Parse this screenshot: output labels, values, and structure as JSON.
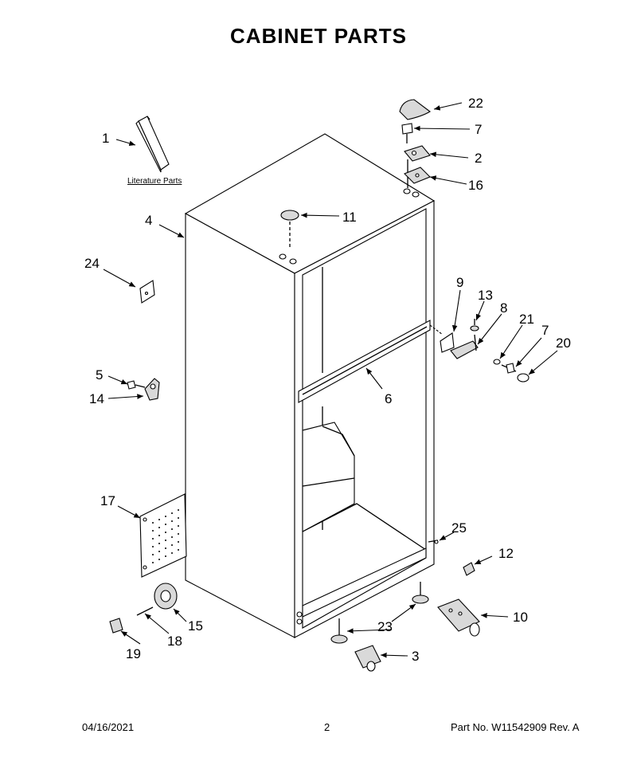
{
  "title": "CABINET PARTS",
  "literature_label": "Literature Parts",
  "callouts": {
    "c1": "1",
    "c2": "2",
    "c3": "3",
    "c4": "4",
    "c5": "5",
    "c6": "6",
    "c7a": "7",
    "c7b": "7",
    "c8": "8",
    "c9": "9",
    "c10": "10",
    "c11": "11",
    "c12": "12",
    "c13": "13",
    "c14": "14",
    "c15": "15",
    "c16": "16",
    "c17": "17",
    "c18": "18",
    "c19": "19",
    "c20": "20",
    "c21": "21",
    "c22": "22",
    "c23": "23",
    "c24": "24",
    "c25": "25"
  },
  "footer": {
    "date": "04/16/2021",
    "page": "2",
    "part_number": "Part No.  W11542909  Rev.  A"
  }
}
